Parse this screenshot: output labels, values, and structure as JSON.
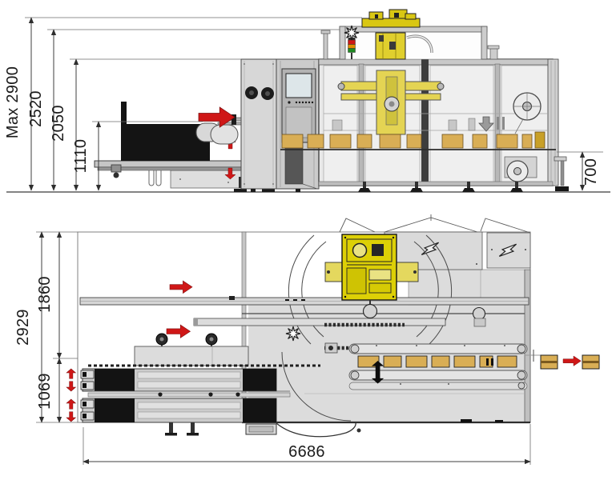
{
  "drawing": "case-packer-machine-dimension-drawing",
  "side_view": {
    "dimensions": {
      "max_height": "Max 2900",
      "frame_height": "2520",
      "cabinet_height": "2050",
      "infeed_height": "1110",
      "outfeed_height": "700"
    }
  },
  "plan_view": {
    "dimensions": {
      "overall_depth": "2929",
      "upper_depth": "1860",
      "magazine_depth": "1069",
      "overall_length": "6686"
    }
  },
  "icons": {
    "flow_arrow": "red-right-arrow",
    "height_adjust": "red-up-down-arrows",
    "signal_tower": "stack-light-red-amber-green",
    "strobe": "star-burst",
    "electrical_hazard": "lightning-bolt",
    "transfer_arrow": "black-double-vertical-arrow",
    "tape_reel": "circular-reel"
  },
  "colors": {
    "machine_light": "#e8e8e8",
    "machine_mid": "#cfcfcf",
    "machine_dark": "#9a9a9a",
    "outline": "#3f3f3f",
    "black": "#141414",
    "robot_yellow": "#ddd006",
    "robot_yellow_soft": "#e9e283",
    "carton_tan": "#d9ae55",
    "arrow_red": "#cf1717",
    "signal_red": "#d01616",
    "signal_amber": "#e08c00",
    "signal_green": "#1f8a22"
  }
}
